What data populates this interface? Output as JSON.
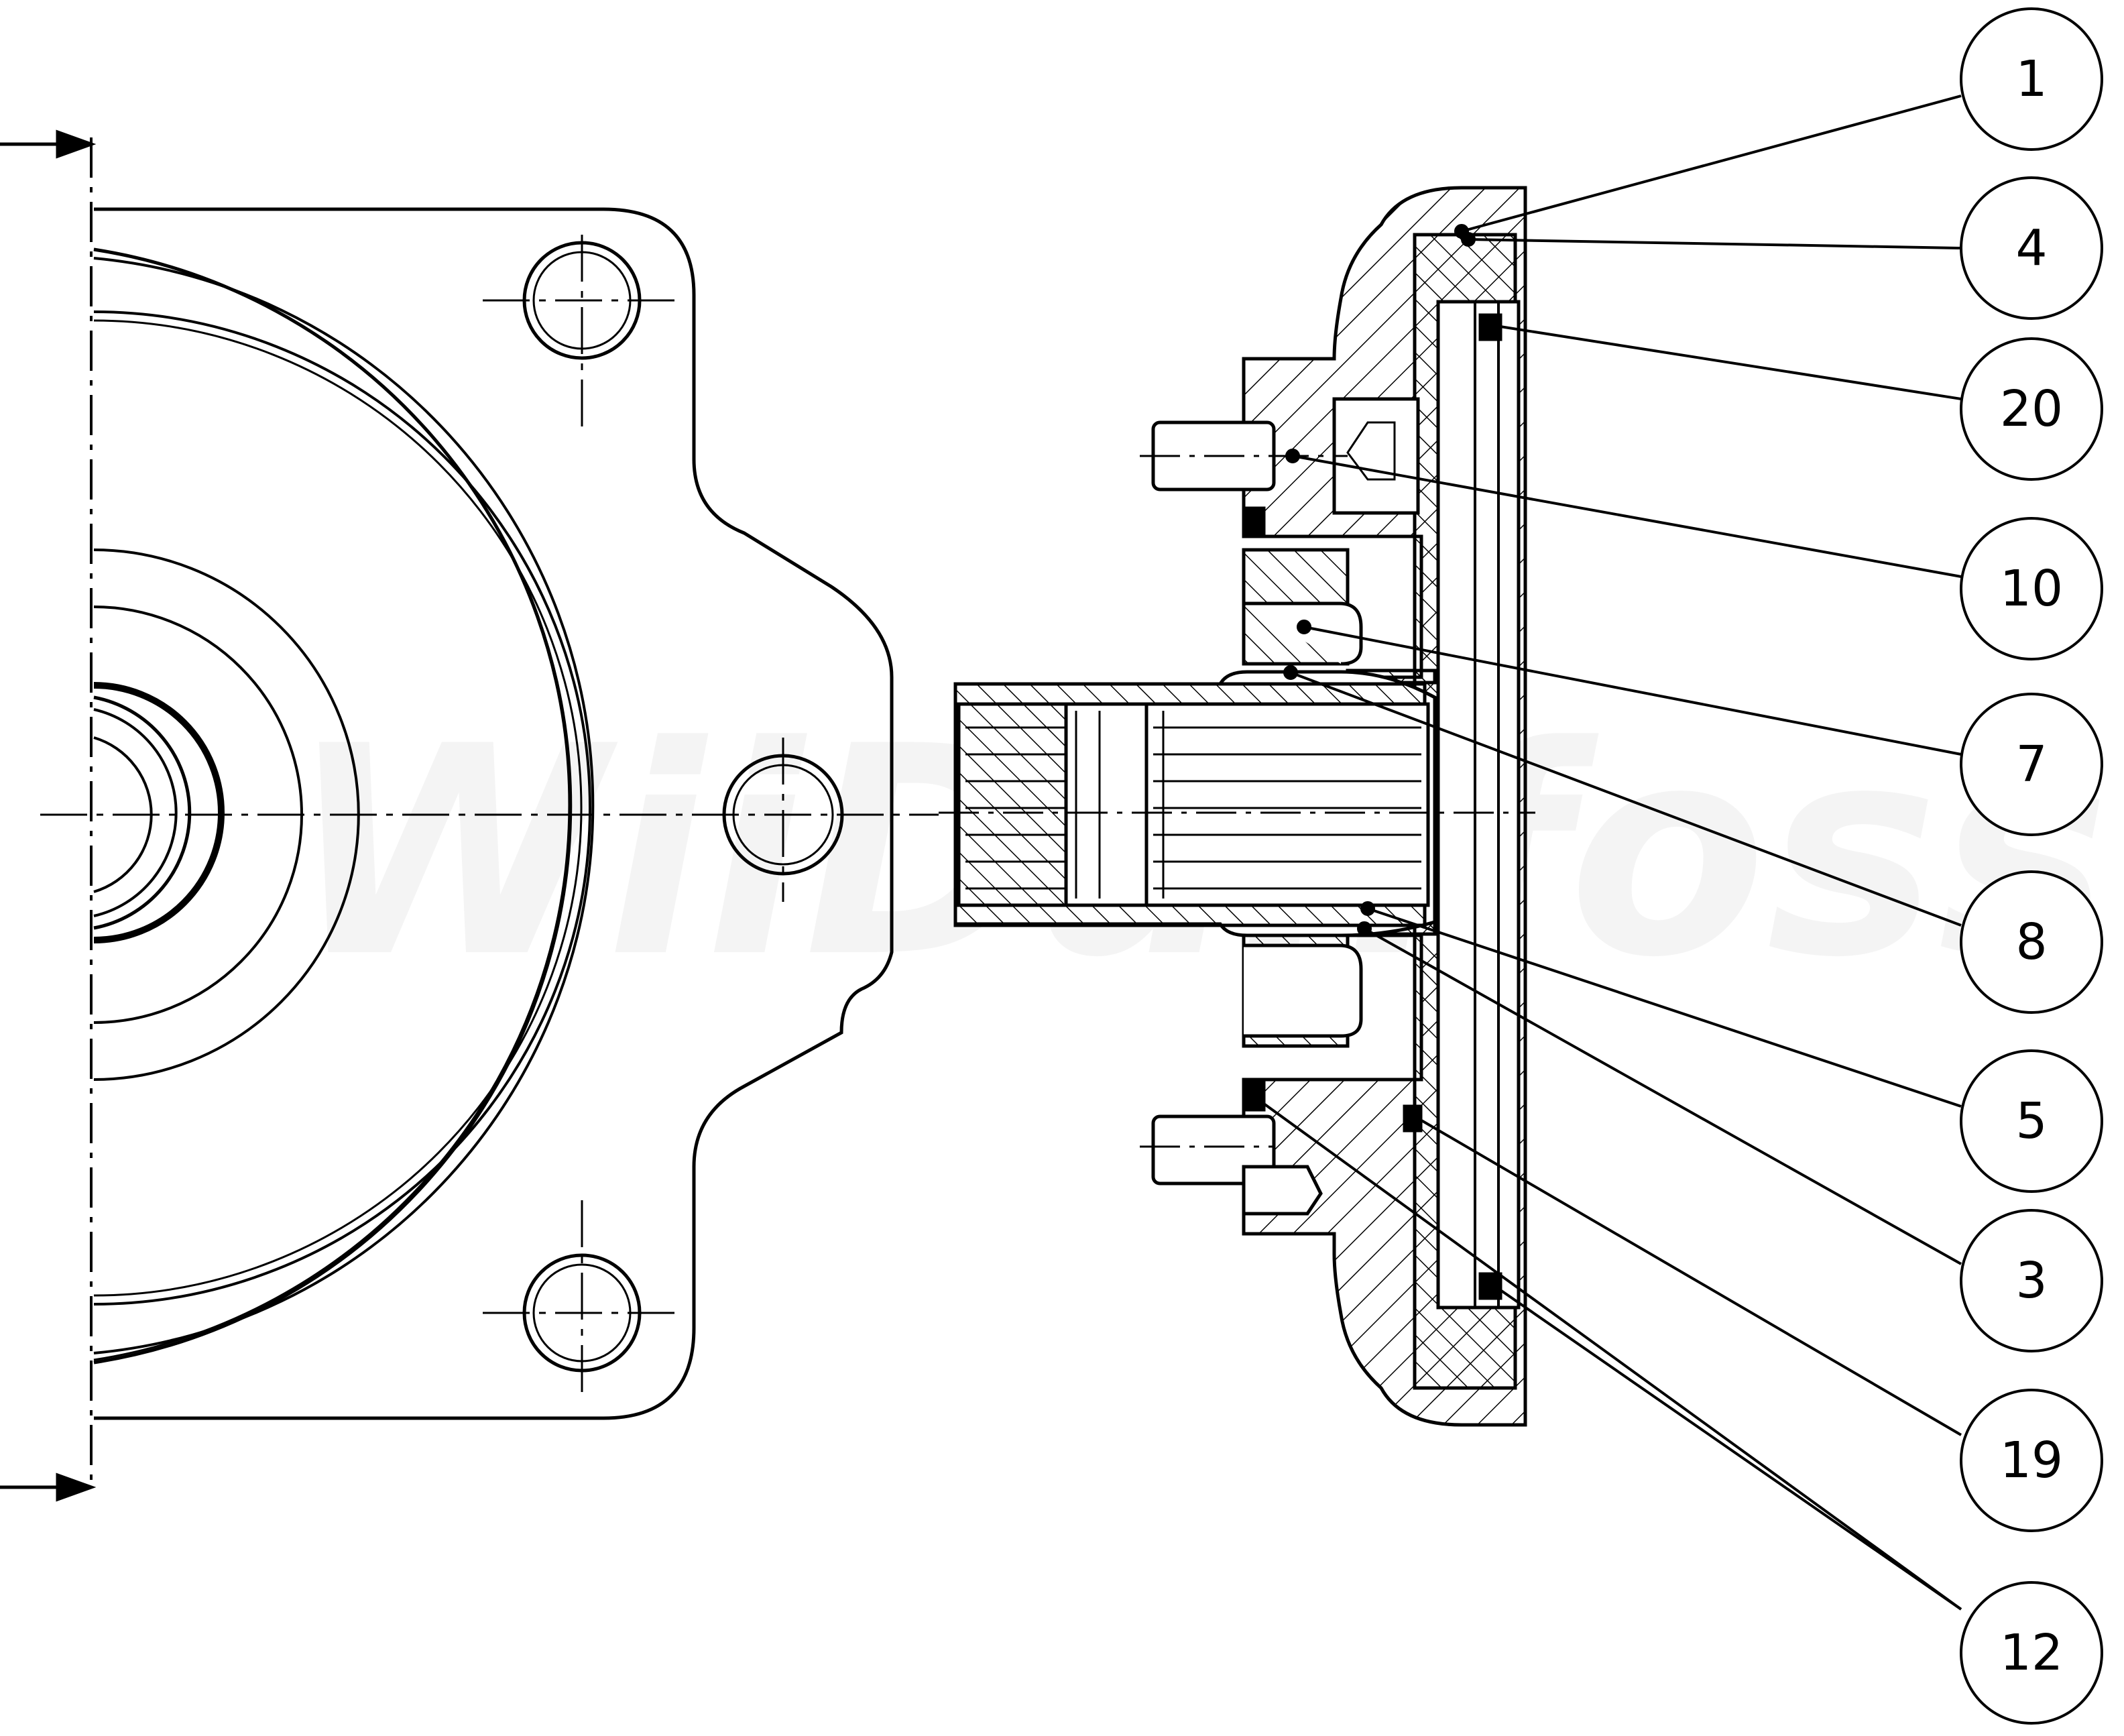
{
  "drawing": {
    "watermark": "WiiDanfoss",
    "callouts": [
      {
        "label": "1"
      },
      {
        "label": "4"
      },
      {
        "label": "20"
      },
      {
        "label": "10"
      },
      {
        "label": "7"
      },
      {
        "label": "8"
      },
      {
        "label": "5"
      },
      {
        "label": "3"
      },
      {
        "label": "19"
      },
      {
        "label": "12"
      }
    ]
  }
}
